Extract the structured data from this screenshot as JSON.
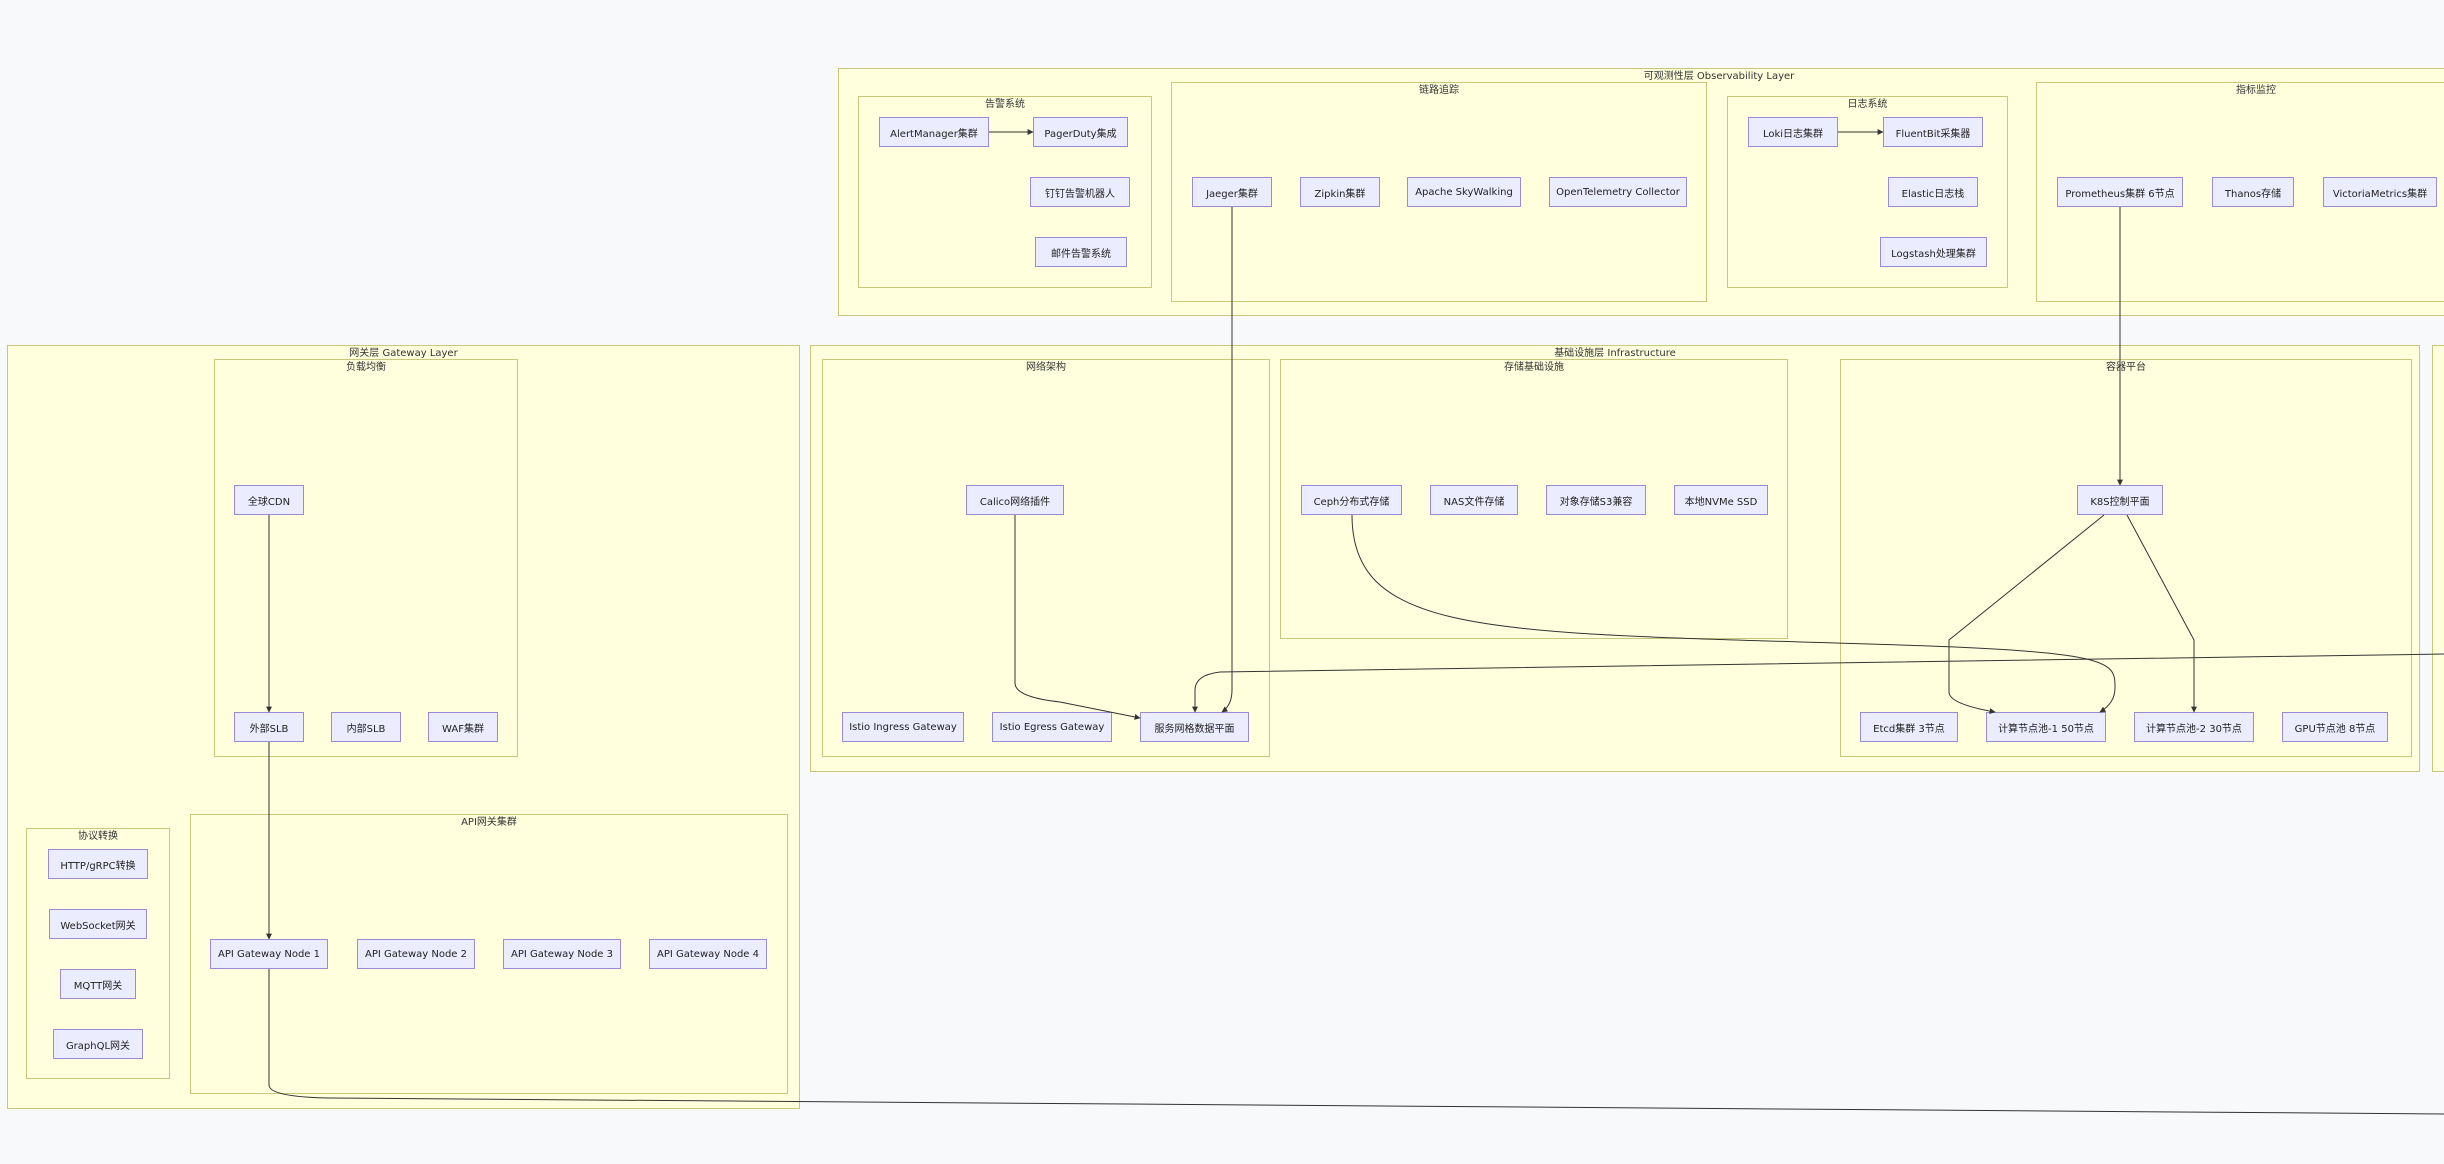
{
  "layers": {
    "observability": {
      "title": "可观测性层 Observability Layer",
      "alerting": {
        "title": "告警系统",
        "alertmanager": "AlertManager集群",
        "pagerduty": "PagerDuty集成",
        "dingtalk": "钉钉告警机器人",
        "email": "邮件告警系统"
      },
      "tracing": {
        "title": "链路追踪",
        "jaeger": "Jaeger集群",
        "zipkin": "Zipkin集群",
        "skywalking": "Apache SkyWalking",
        "otel": "OpenTelemetry Collector"
      },
      "logging": {
        "title": "日志系统",
        "loki": "Loki日志集群",
        "fluentbit": "FluentBit采集器",
        "elastic": "Elastic日志栈",
        "logstash": "Logstash处理集群"
      },
      "metrics": {
        "title": "指标监控",
        "prometheus": "Prometheus集群 6节点",
        "thanos": "Thanos存储",
        "victoria": "VictoriaMetrics集群"
      }
    },
    "gateway": {
      "title": "网关层 Gateway Layer",
      "lb": {
        "title": "负载均衡",
        "cdn": "全球CDN",
        "ext_slb": "外部SLB",
        "int_slb": "内部SLB",
        "waf": "WAF集群"
      },
      "protocol": {
        "title": "协议转换",
        "grpc": "HTTP/gRPC转换",
        "websocket": "WebSocket网关",
        "mqtt": "MQTT网关",
        "graphql": "GraphQL网关"
      },
      "api": {
        "title": "API网关集群",
        "node1": "API Gateway Node 1",
        "node2": "API Gateway Node 2",
        "node3": "API Gateway Node 3",
        "node4": "API Gateway Node 4"
      }
    },
    "infrastructure": {
      "title": "基础设施层 Infrastructure",
      "network": {
        "title": "网络架构",
        "calico": "Calico网络插件",
        "istio_ingress": "Istio Ingress Gateway",
        "istio_egress": "Istio Egress Gateway",
        "mesh": "服务网格数据平面"
      },
      "storage": {
        "title": "存储基础设施",
        "ceph": "Ceph分布式存储",
        "nas": "NAS文件存储",
        "s3": "对象存储S3兼容",
        "nvme": "本地NVMe SSD"
      },
      "container": {
        "title": "容器平台",
        "k8s": "K8S控制平面",
        "etcd": "Etcd集群 3节点",
        "pool1": "计算节点池-1 50节点",
        "pool2": "计算节点池-2 30节点",
        "gpu": "GPU节点池 8节点"
      }
    }
  },
  "colors": {
    "cluster_fill": "#ffffde",
    "cluster_border": "#c9c77a",
    "node_fill": "#ececff",
    "node_border": "#9a8bd6",
    "edge": "#333333",
    "background": "#f8f9fb"
  }
}
